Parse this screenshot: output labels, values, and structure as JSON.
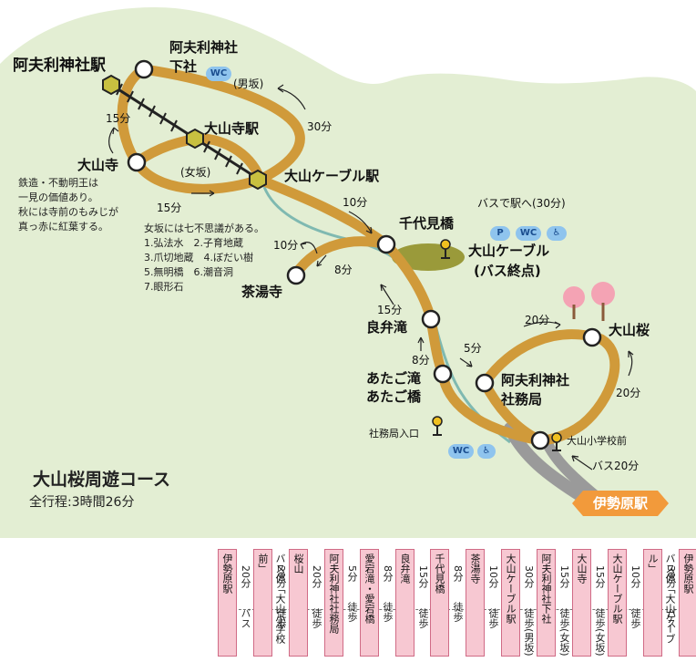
{
  "course": {
    "title": "大山桜周遊コース",
    "total": "全行程:3時間26分"
  },
  "terminal": "伊勢原駅",
  "places": {
    "afuri_station": "阿夫利神社駅",
    "shimosha_1": "阿夫利神社",
    "shimosha_2": "下社",
    "oyamadera_station": "大山寺駅",
    "oyamadera": "大山寺",
    "cable_station": "大山ケーブル駅",
    "chiyomibashi": "千代見橋",
    "bus_terminal_1": "大山ケーブル",
    "bus_terminal_2": "(バス終点)",
    "chatoji": "茶湯寺",
    "ryobentaki": "良弁滝",
    "atagotaki_1": "あたご滝",
    "atagotaki_2": "あたご橋",
    "shamusho_1": "阿夫利神社",
    "shamusho_2": "社務局",
    "oyamazakura": "大山桜",
    "shamusho_entrance": "社務局入口",
    "school_stop": "大山小学校前"
  },
  "trails": {
    "otokozaka": "(男坂)",
    "onnazaka": "(女坂)"
  },
  "times": {
    "t_30_otoko": "30分",
    "t_15_upper": "15分",
    "t_15_onna": "15分",
    "t_10_cable": "10分",
    "t_10_chato": "10分",
    "t_8_chato": "8分",
    "t_15_ryoben": "15分",
    "t_8_atago": "8分",
    "t_5_shamusho": "5分",
    "t_20_sakura": "20分",
    "t_20_loop": "20分",
    "bus_20": "バス20分",
    "bus_30": "バスで駅へ(30分)"
  },
  "notes": {
    "oyamadera": [
      "鉄造・不動明王は",
      "一見の価値あり。",
      "秋には寺前のもみじが",
      "真っ赤に紅葉する。"
    ],
    "onnazaka": [
      "女坂には七不思議がある。",
      "1.弘法水　2.子育地蔵",
      "3.爪切地蔵　4.ぼだい樹",
      "5.無明橋　6.潮音洞",
      "7.眼形石"
    ]
  },
  "badges": {
    "wc": "WC",
    "parking": "P",
    "wheelchair": "♿"
  },
  "timeline": {
    "stops": [
      "伊勢原駅",
      "バス停「大山小学校前」",
      "桜山",
      "阿夫利神社社務局",
      "愛宕滝・愛宕橋",
      "良弁滝",
      "千代見橋",
      "茶湯寺",
      "大山ケーブル駅",
      "阿夫利神社下社",
      "大山寺",
      "大山ケーブル駅",
      "バス停「大山ケーブル」",
      "伊勢原駅"
    ],
    "segments": [
      {
        "time": "20分",
        "mode": "バス"
      },
      {
        "time": "20分",
        "mode": "徒歩"
      },
      {
        "time": "20分",
        "mode": "徒歩"
      },
      {
        "time": "5分",
        "mode": "徒歩"
      },
      {
        "time": "8分",
        "mode": "徒歩"
      },
      {
        "time": "15分",
        "mode": "徒歩"
      },
      {
        "time": "8分",
        "mode": "徒歩"
      },
      {
        "time": "10分",
        "mode": "徒歩"
      },
      {
        "time": "30分",
        "mode": "徒歩(男坂)"
      },
      {
        "time": "15分",
        "mode": "徒歩(女坂)"
      },
      {
        "time": "15分",
        "mode": "徒歩(女坂)"
      },
      {
        "time": "10分",
        "mode": "徒歩"
      },
      {
        "time": "30分",
        "mode": "バス"
      }
    ]
  },
  "colors": {
    "background_land": "#e3eed3",
    "trail": "#d09a3a",
    "trail_edge": "#b07f25",
    "river": "#7fb9b1",
    "bus_road": "#9a9a9a",
    "terminal": "#f29a3b",
    "bus_area": "#9a9a3a",
    "timeline_stop": "#f7c8d2"
  }
}
